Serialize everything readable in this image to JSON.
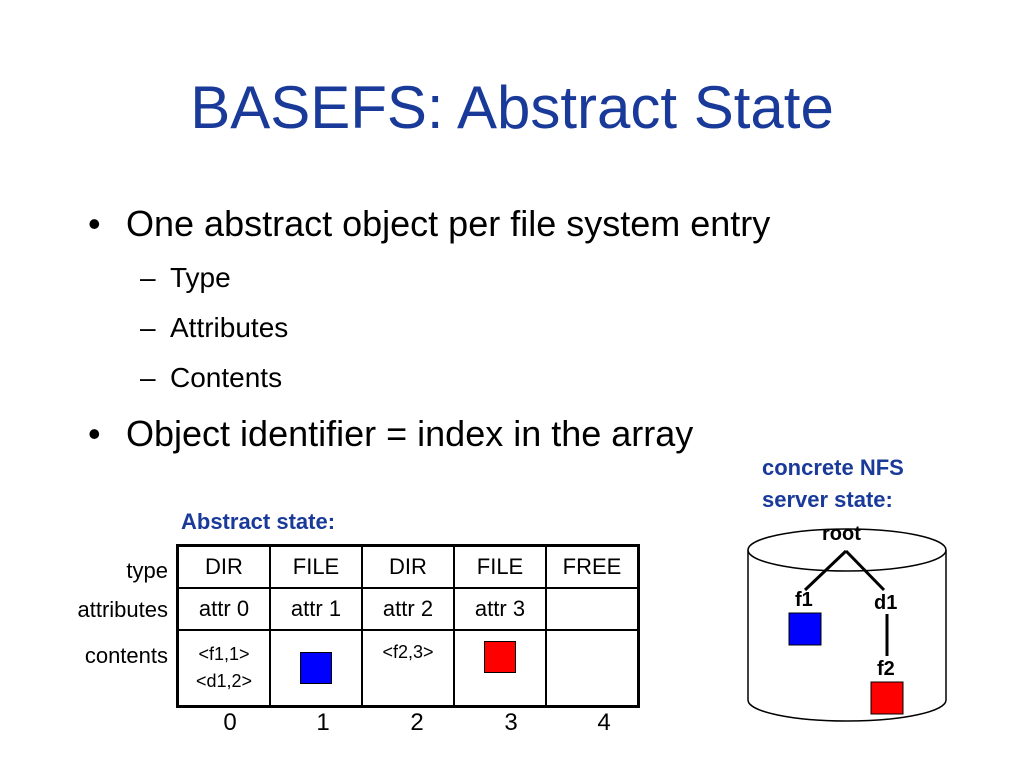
{
  "slide": {
    "title": "BASEFS: Abstract State",
    "bullets": [
      {
        "text": "One abstract object per file system entry",
        "subitems": [
          "Type",
          "Attributes",
          "Contents"
        ]
      },
      {
        "text": "Object identifier = index in the array",
        "subitems": []
      }
    ]
  },
  "abstract": {
    "caption": "Abstract state:",
    "row_labels": {
      "type": "type",
      "attributes": "attributes",
      "contents": "contents"
    },
    "entries": [
      {
        "index": "0",
        "type": "DIR",
        "attr": "attr 0",
        "contents": [
          "<f1,1>",
          "<d1,2>"
        ]
      },
      {
        "index": "1",
        "type": "FILE",
        "attr": "attr 1",
        "contents_square": "#0000ff"
      },
      {
        "index": "2",
        "type": "DIR",
        "attr": "attr 2",
        "contents": [
          "<f2,3>"
        ]
      },
      {
        "index": "3",
        "type": "FILE",
        "attr": "attr 3",
        "contents_square": "#ff0000"
      },
      {
        "index": "4",
        "type": "FREE",
        "attr": "",
        "contents": []
      }
    ]
  },
  "concrete": {
    "caption_line1": "concrete NFS",
    "caption_line2": "server state:",
    "nodes": {
      "root": "root",
      "f1": "f1",
      "d1": "d1",
      "f2": "f2"
    },
    "colors": {
      "f1_fill": "#0000ff",
      "f2_fill": "#ff0000"
    }
  },
  "colors": {
    "title": "#1a3a9a",
    "caption": "#1a3a9a"
  }
}
